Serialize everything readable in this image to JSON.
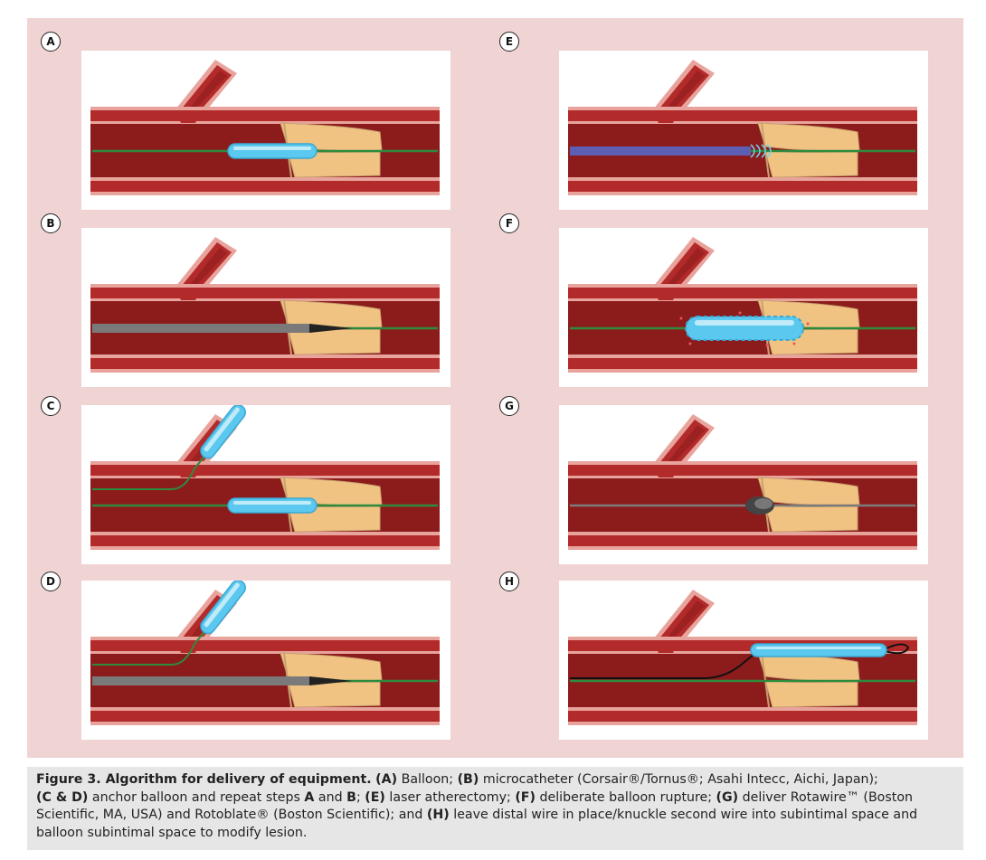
{
  "panels": [
    {
      "id": "A",
      "device": "balloon-main"
    },
    {
      "id": "B",
      "device": "microcatheter-main"
    },
    {
      "id": "C",
      "device": "anchor-balloon"
    },
    {
      "id": "D",
      "device": "anchor-microcatheter"
    },
    {
      "id": "E",
      "device": "laser-catheter"
    },
    {
      "id": "F",
      "device": "balloon-rupture"
    },
    {
      "id": "G",
      "device": "rotablator-burr"
    },
    {
      "id": "H",
      "device": "subintimal-balloon"
    }
  ],
  "caption": {
    "title": "Figure 3. Algorithm for delivery of equipment.",
    "seg1_label": "(A)",
    "seg1_text": " Balloon; ",
    "seg2_label": "(B)",
    "seg2_text": " microcatheter (Corsair®/Tornus®; Asahi Intecc, Aichi, Japan);",
    "seg3_label": "(C & D)",
    "seg3_text": " anchor balloon and repeat steps ",
    "seg3_a": "A",
    "seg3_and": " and ",
    "seg3_b": "B",
    "seg3_sep": "; ",
    "seg4_label": "(E)",
    "seg4_text": " laser atherectomy; ",
    "seg5_label": "(F)",
    "seg5_text": " deliberate balloon rupture; ",
    "seg6_label": "(G)",
    "seg6_text": " deliver Rotawire™ (Boston Scientific, MA, USA) and Rotoblate® (Boston Scientific); and ",
    "seg7_label": "(H)",
    "seg7_text": " leave distal wire in place/knuckle second wire into subintimal space and balloon subintimal space to modify lesion."
  },
  "colors": {
    "figure_bg": "#f0d3d3",
    "vessel_wall": "#b32a2a",
    "vessel_inner": "#8c1c1c",
    "vessel_edge": "#e8a39c",
    "plaque": "#f1c382",
    "wire": "#2e8b3e",
    "balloon": "#5ac8ef",
    "catheter": "#7a7a7a",
    "laser": "#5d5fb5"
  }
}
